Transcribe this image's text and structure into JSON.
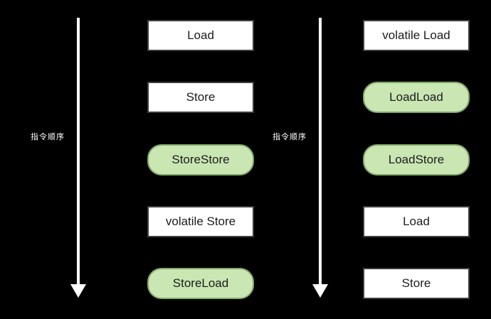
{
  "diagram": {
    "background": "#000000",
    "arrow_color": "#ffffff",
    "plain_box_fill": "#ffffff",
    "plain_box_border": "#3d3d3d",
    "barrier_box_fill": "#c9e6b3",
    "barrier_box_border": "#84a86c",
    "text_color": "#1c1c1c",
    "arrows": [
      {
        "label": "指令顺序"
      },
      {
        "label": "指令顺序"
      }
    ],
    "left_column": {
      "items": [
        {
          "label": "Load",
          "type": "instruction"
        },
        {
          "label": "Store",
          "type": "instruction"
        },
        {
          "label": "StoreStore",
          "type": "barrier"
        },
        {
          "label": "volatile Store",
          "type": "instruction"
        },
        {
          "label": "StoreLoad",
          "type": "barrier"
        }
      ]
    },
    "right_column": {
      "items": [
        {
          "label": "volatile Load",
          "type": "instruction"
        },
        {
          "label": "LoadLoad",
          "type": "barrier"
        },
        {
          "label": "LoadStore",
          "type": "barrier"
        },
        {
          "label": "Load",
          "type": "instruction"
        },
        {
          "label": "Store",
          "type": "instruction"
        }
      ]
    }
  }
}
